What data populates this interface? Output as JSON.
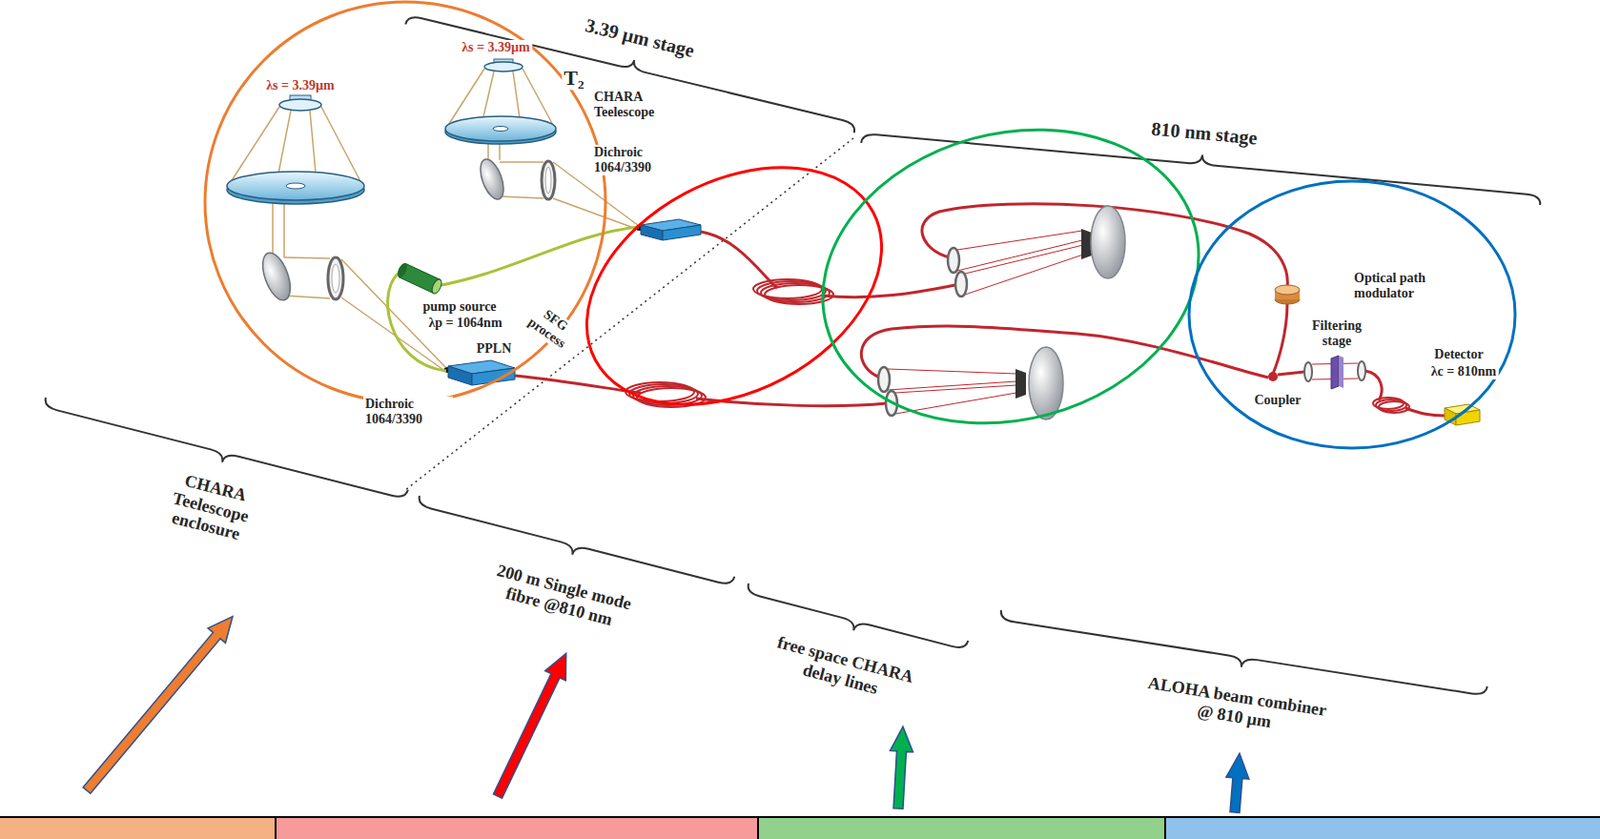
{
  "diagram": {
    "labels": [
      "3.39 µm stage",
      "810 nm stage",
      "λs = 3.39µm",
      "λs = 3.39µm",
      "T₂",
      "CHARA Teelescope",
      "Dichroic 1064/3390",
      "pump source",
      "λp = 1064nm",
      "SFG process",
      "PPLN",
      "Dichroic 1064/3390",
      "Optical path modulator",
      "Filtering stage",
      "Detector",
      "λc = 810nm",
      "Coupler",
      "CHARA Teelescope enclosure",
      "200 m Single mode fibre @810 nm",
      "free space CHARA delay lines",
      "ALOHA beam combiner @ 810 µm"
    ]
  }
}
